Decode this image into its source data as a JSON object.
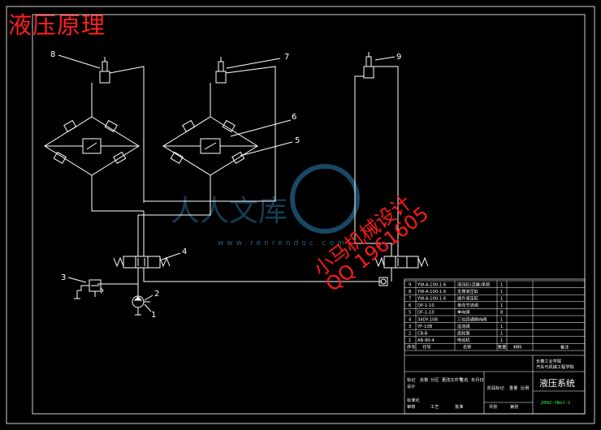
{
  "title": "液压原理",
  "callouts": [
    "8",
    "7",
    "9",
    "6",
    "5",
    "4",
    "3",
    "2",
    "1"
  ],
  "watermark": {
    "brand": "人人文库",
    "url": "www.renrendoc.com"
  },
  "stamp": {
    "line1": "小马机械设计",
    "line2": "QQ 1961605"
  },
  "title_block": {
    "system_name": "液压系统",
    "school": "长春工业学院",
    "course": "汽车与机械工程学院",
    "headers": [
      "序号",
      "代号",
      "名称",
      "数量",
      "材料",
      "备注"
    ],
    "bom_rows": [
      [
        "9",
        "YW-A-100-1.6",
        "液压缸(活塞)系统",
        "1"
      ],
      [
        "8",
        "YW-A-100-1.6",
        "支撑液压缸",
        "1"
      ],
      [
        "7",
        "YW-A-100-1.6",
        "提升液压缸",
        "1"
      ],
      [
        "6",
        "DP-1-10",
        "单向节流阀",
        "1"
      ],
      [
        "5",
        "DF-1-10",
        "单向阀",
        "8"
      ],
      [
        "4",
        "34DY-10B",
        "三位四通换向阀",
        "1"
      ],
      [
        "3",
        "YF-10B",
        "溢流阀",
        "1"
      ],
      [
        "2",
        "CB-B",
        "齿轮泵",
        "1"
      ],
      [
        "1",
        "AB-90-4",
        "电动机",
        "1"
      ]
    ],
    "left_labels": [
      "标记",
      "处数",
      "分区",
      "更改文件号",
      "签名",
      "年月日",
      "设计",
      "标准化",
      "审核",
      "工艺",
      "批准"
    ],
    "right_labels": [
      "阶段标记",
      "重量",
      "比例",
      "共张",
      "第张"
    ],
    "drawing_no": "2002-YWxt-1"
  }
}
